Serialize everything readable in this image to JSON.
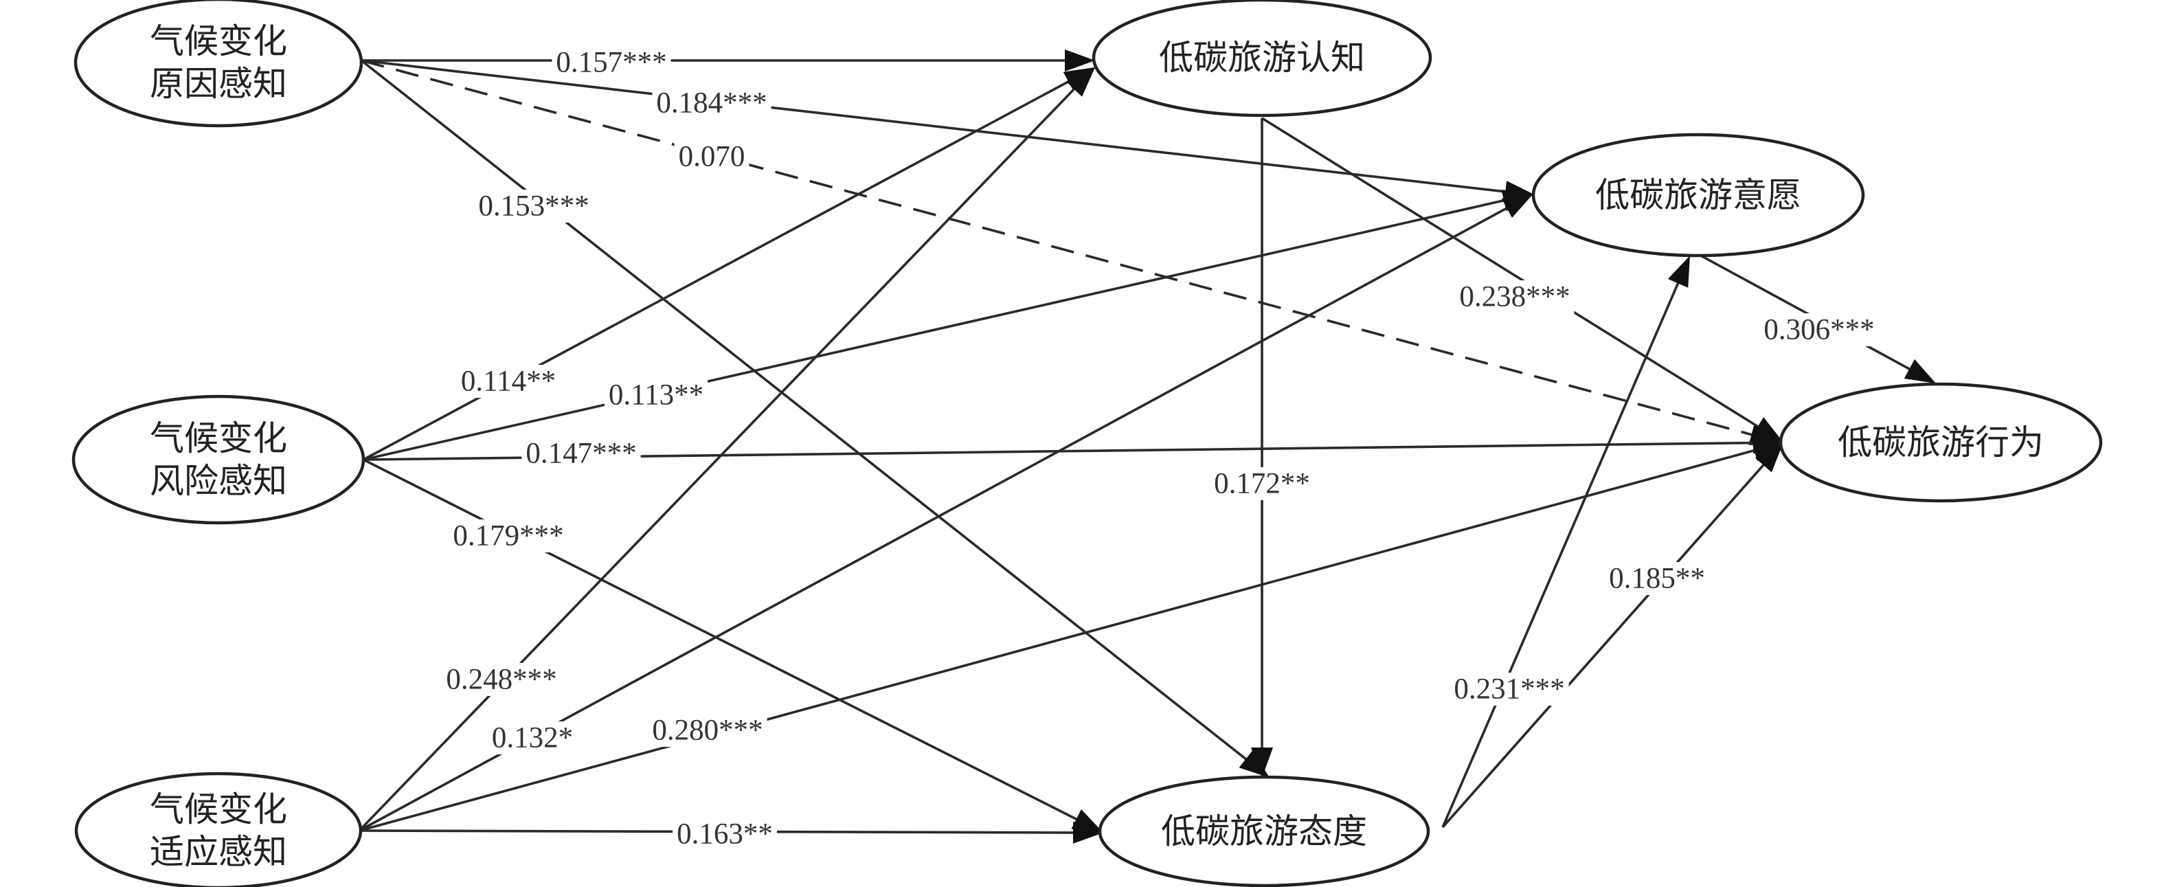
{
  "nodes": [
    {
      "id": "cause",
      "lines": [
        "气候变化",
        "原因感知"
      ]
    },
    {
      "id": "risk",
      "lines": [
        "气候变化",
        "风险感知"
      ]
    },
    {
      "id": "adapt",
      "lines": [
        "气候变化",
        "适应感知"
      ]
    },
    {
      "id": "cognition",
      "lines": [
        "低碳旅游认知"
      ]
    },
    {
      "id": "intention",
      "lines": [
        "低碳旅游意愿"
      ]
    },
    {
      "id": "behavior",
      "lines": [
        "低碳旅游行为"
      ]
    },
    {
      "id": "attitude",
      "lines": [
        "低碳旅游态度"
      ]
    }
  ],
  "paths": [
    {
      "from": "cause",
      "to": "cognition",
      "coef": "0.157***",
      "style": "solid"
    },
    {
      "from": "cause",
      "to": "intention",
      "coef": "0.184***",
      "style": "solid"
    },
    {
      "from": "cause",
      "to": "behavior",
      "coef": "0.070",
      "style": "dashed"
    },
    {
      "from": "cause",
      "to": "attitude",
      "coef": "0.153***",
      "style": "solid"
    },
    {
      "from": "risk",
      "to": "cognition",
      "coef": "0.114**",
      "style": "solid"
    },
    {
      "from": "risk",
      "to": "intention",
      "coef": "0.113**",
      "style": "solid"
    },
    {
      "from": "risk",
      "to": "behavior",
      "coef": "0.147***",
      "style": "solid"
    },
    {
      "from": "risk",
      "to": "attitude",
      "coef": "0.179***",
      "style": "solid"
    },
    {
      "from": "adapt",
      "to": "cognition",
      "coef": "0.248***",
      "style": "solid"
    },
    {
      "from": "adapt",
      "to": "intention",
      "coef": "0.132*",
      "style": "solid"
    },
    {
      "from": "adapt",
      "to": "behavior",
      "coef": "0.280***",
      "style": "solid"
    },
    {
      "from": "adapt",
      "to": "attitude",
      "coef": "0.163**",
      "style": "solid"
    },
    {
      "from": "cognition",
      "to": "attitude",
      "coef": "0.172**",
      "style": "solid"
    },
    {
      "from": "cognition",
      "to": "behavior",
      "coef": "0.238***",
      "style": "solid"
    },
    {
      "from": "intention",
      "to": "behavior",
      "coef": "0.306***",
      "style": "solid"
    },
    {
      "from": "attitude",
      "to": "intention",
      "coef": "0.231***",
      "style": "solid"
    },
    {
      "from": "attitude",
      "to": "behavior",
      "coef": "0.185**",
      "style": "solid"
    }
  ]
}
